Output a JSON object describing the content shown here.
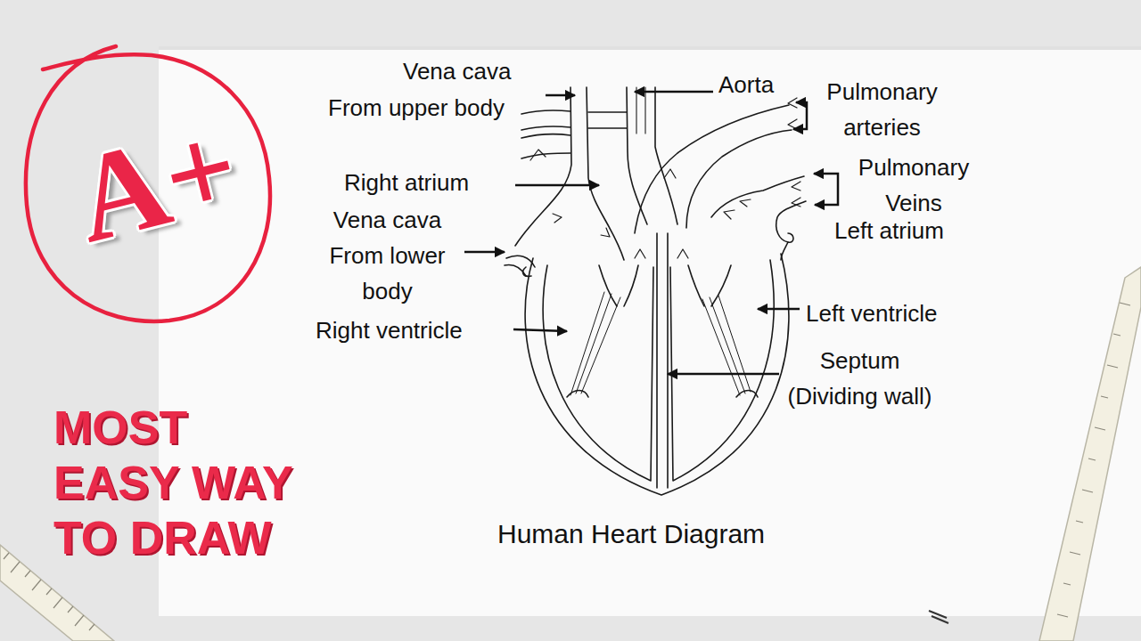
{
  "diagram": {
    "title": "Human Heart Diagram",
    "labels": [
      "A+",
      "Vena cava",
      "From upper body",
      "Aorta",
      "Pulmonary arteries",
      "Pulmonary Veins",
      "Right atrium",
      "Left atrium",
      "Vena cava From lower body",
      "Left ventricle",
      "Right ventricle",
      "Septum (Dividing wall)",
      "MOST EASY WAY TO DRAW"
    ]
  }
}
